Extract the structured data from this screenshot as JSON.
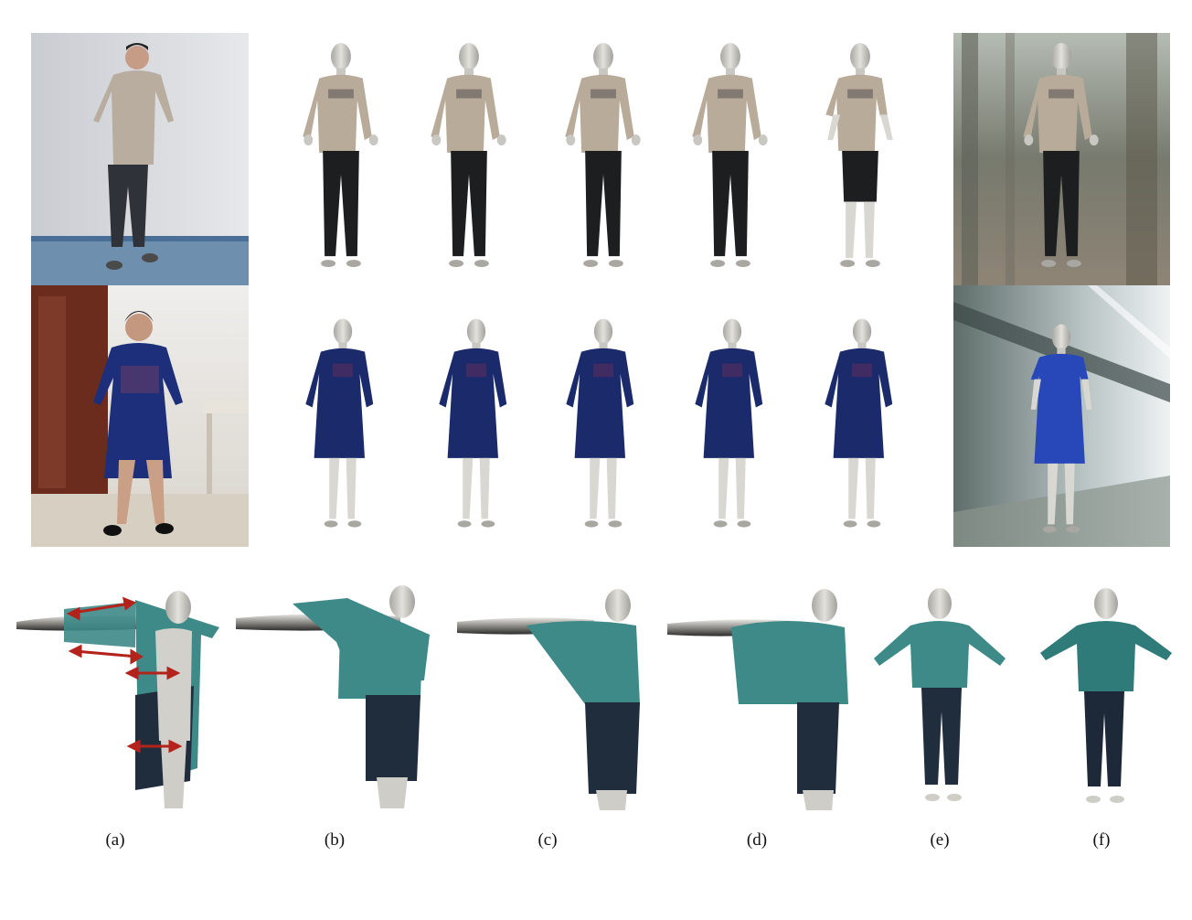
{
  "figure": {
    "rows": [
      {
        "subject": "male",
        "garment": "beige long-sleeve shirt, black pants",
        "views": 5
      },
      {
        "subject": "female",
        "garment": "navy dress",
        "views": 5
      }
    ],
    "colors": {
      "skin": "#d9d7d2",
      "skin_shadow": "#9c9a95",
      "shirt_beige": "#b9ab9a",
      "pants_black": "#1d1e20",
      "dress_navy": "#1a2a6b",
      "dress_blue_bright": "#2847b8",
      "teal_cloth": "#3d8a88",
      "dark_pants": "#1f2d3c",
      "arrow_red": "#b3231c"
    },
    "captions": [
      "(a)",
      "(b)",
      "(c)",
      "(d)",
      "(e)",
      "(f)"
    ]
  }
}
